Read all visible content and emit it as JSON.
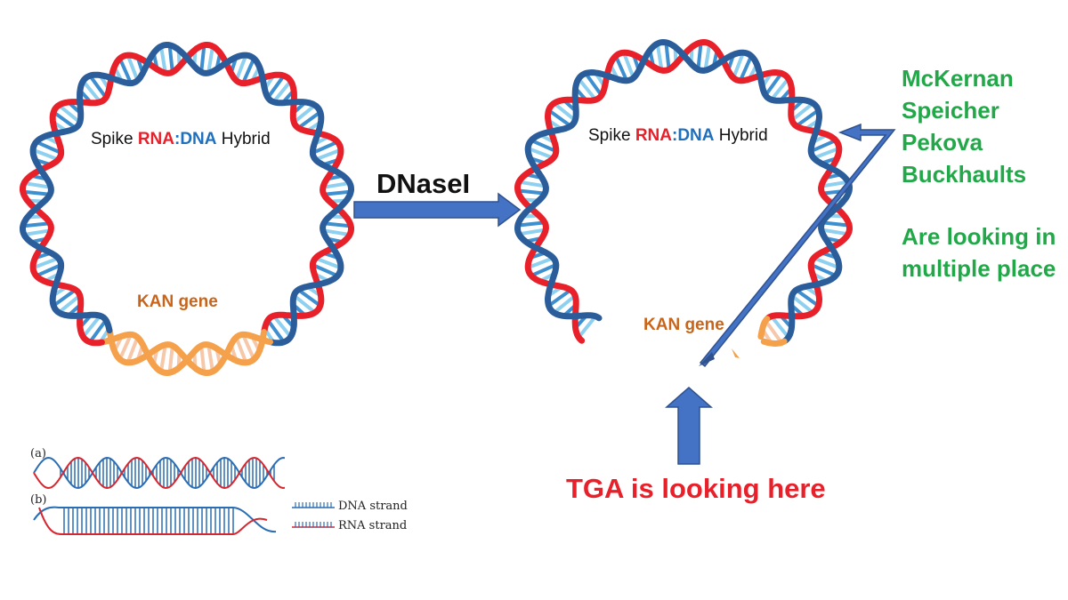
{
  "left_plasmid": {
    "hybrid_label": {
      "spike": "Spike ",
      "rna": "RNA",
      "colon": ":",
      "dna": "DNA",
      "hybrid": " Hybrid"
    },
    "gene_label": "KAN gene"
  },
  "right_plasmid": {
    "hybrid_label": {
      "spike": "Spike ",
      "rna": "RNA",
      "colon": ":",
      "dna": "DNA",
      "hybrid": " Hybrid"
    },
    "gene_label": "KAN gene"
  },
  "process_arrow_label": "DNaseI",
  "researchers": [
    "McKernan",
    "Speicher",
    "Pekova",
    "Buckhaults"
  ],
  "researchers_note": [
    "Are looking in",
    "multiple place"
  ],
  "tga_label": "TGA is looking here",
  "legend": {
    "panel_a": "(a)",
    "panel_b": "(b)",
    "dna_strand": "DNA strand",
    "rna_strand": "RNA strand"
  },
  "colors": {
    "rna": "#e8202a",
    "dna": "#1f6fbf",
    "backbone_blue": "#2b5d9a",
    "rung_light": "#8ed0ef",
    "kan": "#c8651b",
    "kan_backbone": "#f5a04a",
    "arrow": "#4472c4",
    "arrow_edge": "#2f528f",
    "researchers": "#22a849",
    "tga": "#e8202a"
  }
}
